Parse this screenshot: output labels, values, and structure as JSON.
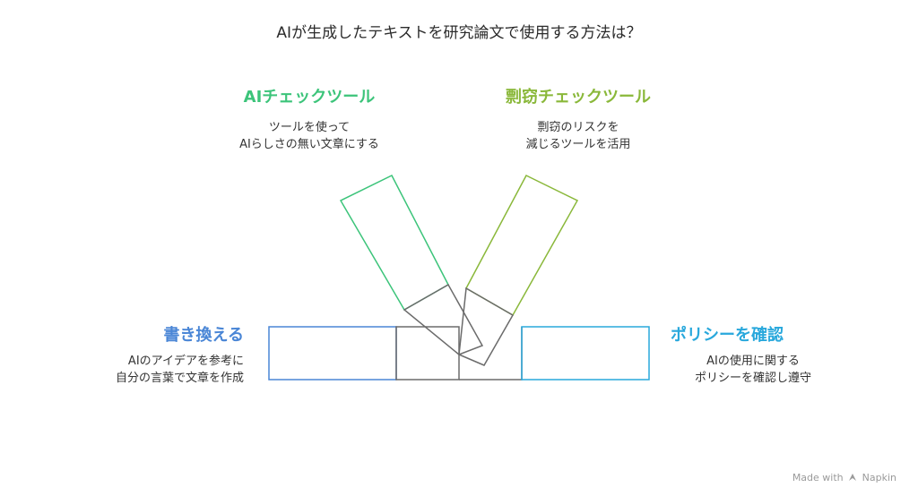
{
  "title": "AIが生成したテキストを研究論文で使用する方法は？",
  "colors": {
    "ai_check": "#3cc47a",
    "plagiarism": "#8ab83a",
    "rewrite": "#4a86d6",
    "policy": "#29a8dc",
    "neutral": "#6b6b6b"
  },
  "blocks": {
    "ai_check": {
      "title": "AIチェックツール",
      "desc": [
        "ツールを使って",
        "AIらしさの無い文章にする"
      ]
    },
    "plagiarism": {
      "title": "剽窃チェックツール",
      "desc": [
        "剽窃のリスクを",
        "減じるツールを活用"
      ]
    },
    "rewrite": {
      "title": "書き換える",
      "desc": [
        "AIのアイデアを参考に",
        "自分の言葉で文章を作成"
      ]
    },
    "policy": {
      "title": "ポリシーを確認",
      "desc": [
        "AIの使用に関する",
        "ポリシーを確認し遵守"
      ]
    }
  },
  "footer": {
    "made_with": "Made with",
    "brand": "Napkin",
    "icon": "napkin-logo-icon"
  }
}
